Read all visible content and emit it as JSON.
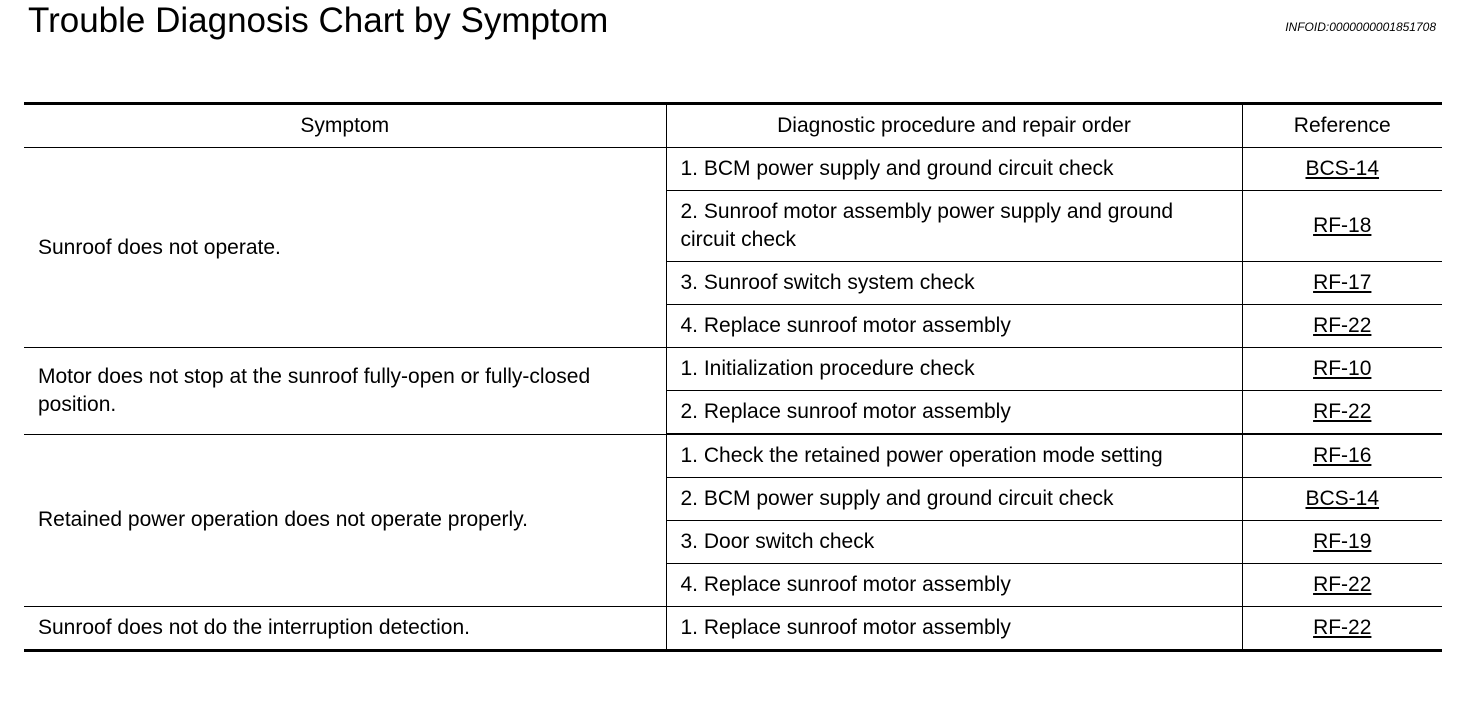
{
  "header": {
    "title": "Trouble Diagnosis Chart by Symptom",
    "info_id": "INFOID:0000000001851708"
  },
  "table": {
    "columns": {
      "symptom": "Symptom",
      "procedure": "Diagnostic procedure and repair order",
      "reference": "Reference"
    },
    "groups": [
      {
        "symptom": "Sunroof does not operate.",
        "steps": [
          {
            "text": "1. BCM power supply and ground circuit check",
            "ref": "BCS-14"
          },
          {
            "text": "2. Sunroof motor assembly power supply and ground circuit check",
            "ref": "RF-18"
          },
          {
            "text": "3. Sunroof switch system check",
            "ref": "RF-17"
          },
          {
            "text": "4. Replace sunroof motor assembly",
            "ref": "RF-22"
          }
        ]
      },
      {
        "symptom": "Motor does not stop at the sunroof fully-open or fully-closed position.",
        "steps": [
          {
            "text": "1. Initialization procedure check",
            "ref": "RF-10"
          },
          {
            "text": "2. Replace sunroof motor assembly",
            "ref": "RF-22"
          }
        ]
      },
      {
        "symptom": "Retained power operation does not operate properly.",
        "steps": [
          {
            "text": "1. Check the retained power operation mode setting",
            "ref": "RF-16"
          },
          {
            "text": "2. BCM power supply and ground circuit check",
            "ref": "BCS-14"
          },
          {
            "text": "3. Door switch check",
            "ref": "RF-19"
          },
          {
            "text": "4. Replace sunroof motor assembly",
            "ref": "RF-22"
          }
        ]
      },
      {
        "symptom": "Sunroof does not do the interruption detection.",
        "steps": [
          {
            "text": "1. Replace sunroof motor assembly",
            "ref": "RF-22"
          }
        ]
      }
    ]
  }
}
